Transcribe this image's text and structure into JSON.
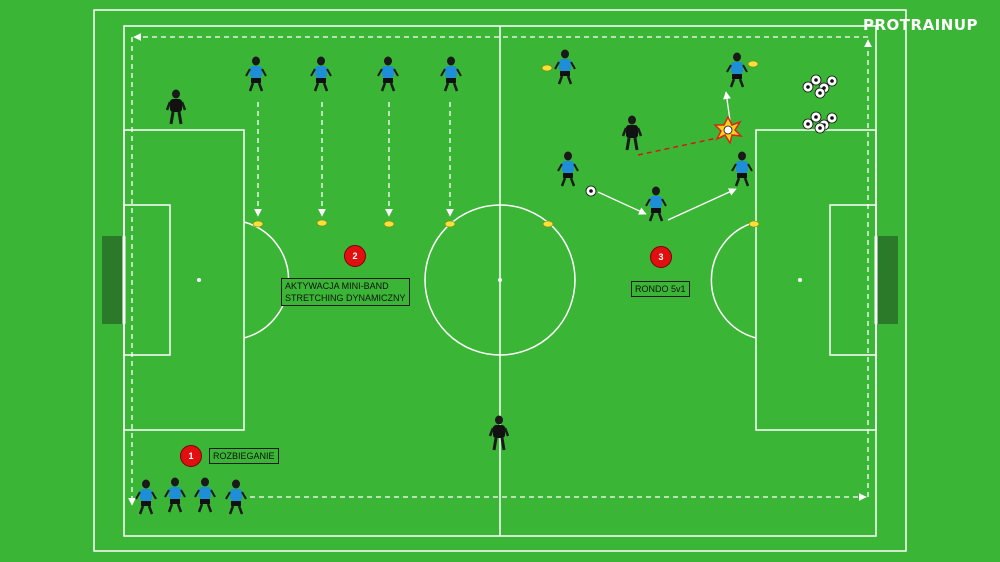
{
  "brand": {
    "name": "PROTRAINUP"
  },
  "stations": [
    {
      "number": "1",
      "label": "ROZBIEGANIE"
    },
    {
      "number": "2",
      "label": "AKTYWACJA MINI-BAND\nSTRETCHING DYNAMICZNY"
    },
    {
      "number": "3",
      "label": "RONDO 5v1"
    }
  ],
  "colors": {
    "pitch": "#3bb536",
    "lines": "#ffffff",
    "team_shirt": "#1e8fd6",
    "opponent_shirt": "#111111",
    "cone": "#f5e13a",
    "badge": "#e01010",
    "pass_line_dashed_red": "#d01a1a",
    "goal_net": "#2a7a2a"
  },
  "icons": [
    "player-icon",
    "goalkeeper-icon",
    "coach-icon",
    "cone-icon",
    "ball-icon",
    "ball-pile-icon",
    "explosion-icon",
    "arrow-icon"
  ]
}
